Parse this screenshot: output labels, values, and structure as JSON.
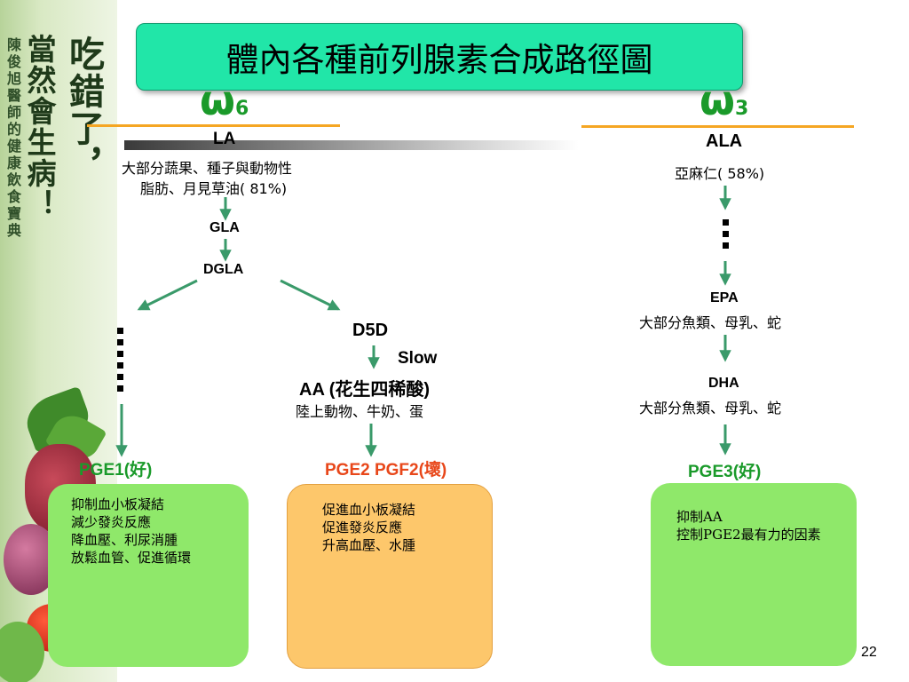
{
  "sidebar": {
    "big_line_1": "吃錯了，",
    "big_line_2": "當然會生病！",
    "small_line": "陳俊旭醫師的健康飲食寶典"
  },
  "title": "體內各種前列腺素合成路徑圖",
  "omega6": {
    "symbol": "ω",
    "sub": "6",
    "la": "LA",
    "la_source_1": "大部分蔬果、種子與動物性",
    "la_source_2": "脂肪、月見草油( 81%)",
    "gla": "GLA",
    "dgla": "DGLA",
    "d5d": "D5D",
    "slow": "Slow",
    "aa": "AA (花生四稀酸)",
    "aa_source": "陸上動物、牛奶、蛋",
    "pge1": "PGE1(好)",
    "pge2": "PGE2 PGF2(壞)"
  },
  "omega3": {
    "symbol": "ω",
    "sub": "3",
    "ala": "ALA",
    "ala_source": "亞麻仁( 58%)",
    "epa": "EPA",
    "epa_source": "大部分魚類、母乳、蛇",
    "dha": "DHA",
    "dha_source": "大部分魚類、母乳、蛇",
    "pge3": "PGE3(好)"
  },
  "box_pge1": [
    "抑制血小板凝結",
    "減少發炎反應",
    "降血壓、利尿消腫",
    "放鬆血管、促進循環"
  ],
  "box_pge2": [
    "促進血小板凝結",
    "促進發炎反應",
    "升高血壓、水腫"
  ],
  "box_pge3": [
    "抑制AA",
    "控制PGE2最有力的因素"
  ],
  "page_number": "22",
  "colors": {
    "title_bg": "#21e6a8",
    "arrow": "#3a9a6a",
    "omega": "#1a9a2a",
    "pge_good": "#1a9a2a",
    "pge_bad": "#e8471a",
    "box_good": "#8fe86a",
    "box_bad": "#fdc76b",
    "accent_line": "#f5a623"
  }
}
